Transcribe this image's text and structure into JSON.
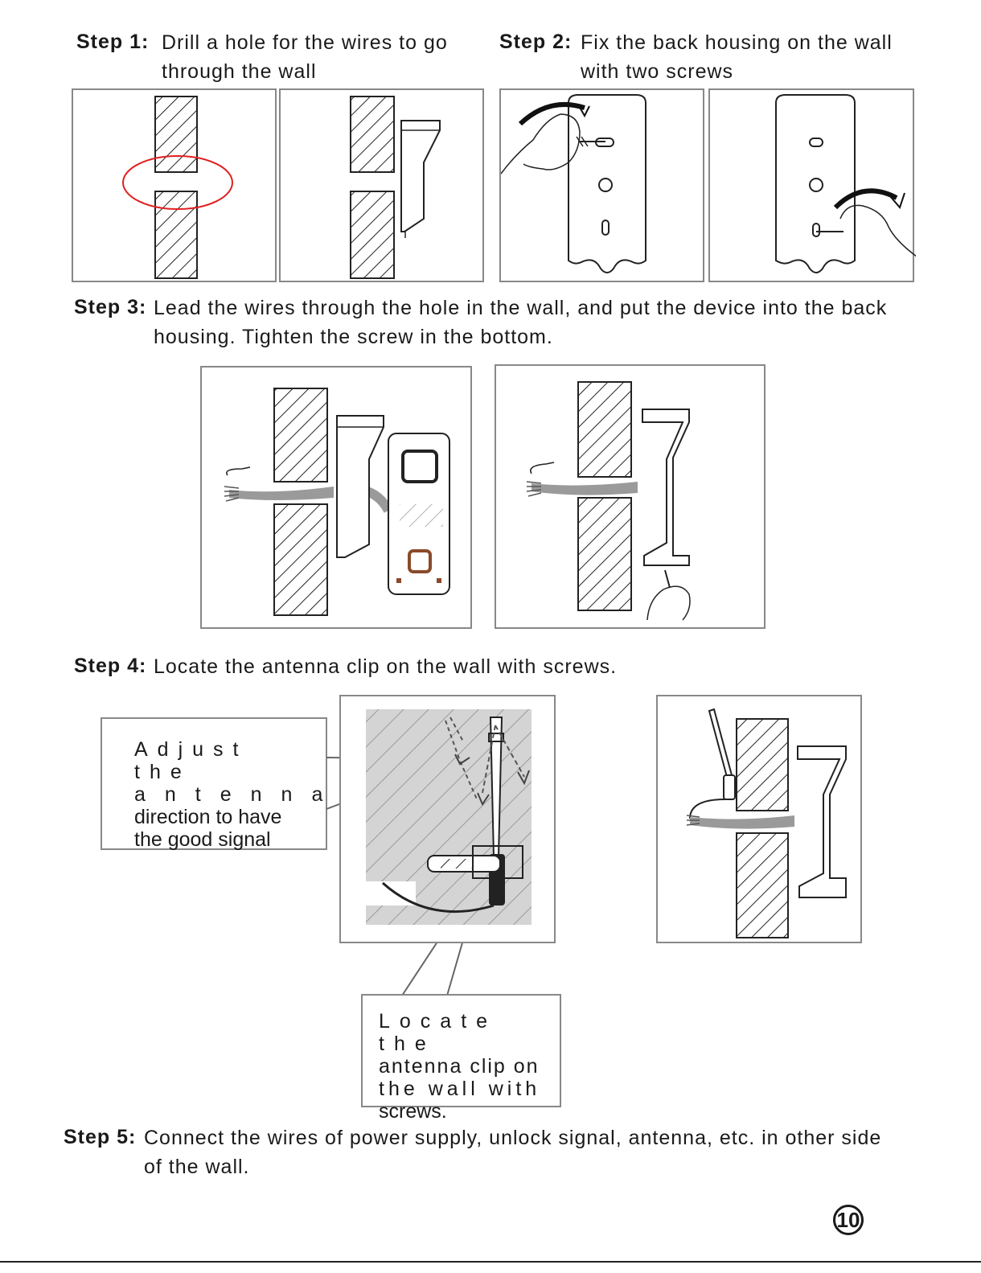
{
  "step1": {
    "label": "Step 1:",
    "line1": "Drill a hole for the wires to go",
    "line2": "through the wall"
  },
  "step2": {
    "label": "Step 2:",
    "line1": "Fix the back housing on the wall",
    "line2": "with two screws"
  },
  "step3": {
    "label": "Step 3:",
    "line1": "Lead the wires through the hole in the wall, and put the device into the back",
    "line2": "housing. Tighten the screw in the bottom."
  },
  "step4": {
    "label": "Step 4:",
    "line1": "Locate the antenna clip on the wall with screws."
  },
  "callout_adjust": {
    "line1": "Adjust the",
    "line2": "antenna",
    "line3": "direction to have",
    "line4": "the good signal"
  },
  "callout_locate": {
    "line1": "Locate the",
    "line2": "antenna clip on",
    "line3": "the wall with",
    "line4": "screws."
  },
  "step5": {
    "label": "Step 5:",
    "line1": "Connect the wires of power supply, unlock signal, antenna, etc. in other side",
    "line2": "of the wall."
  },
  "page_number": "10",
  "colors": {
    "highlight_circle": "#e02020",
    "wire_gray": "#9a9a9a",
    "device_accent": "#8a4a2a"
  }
}
